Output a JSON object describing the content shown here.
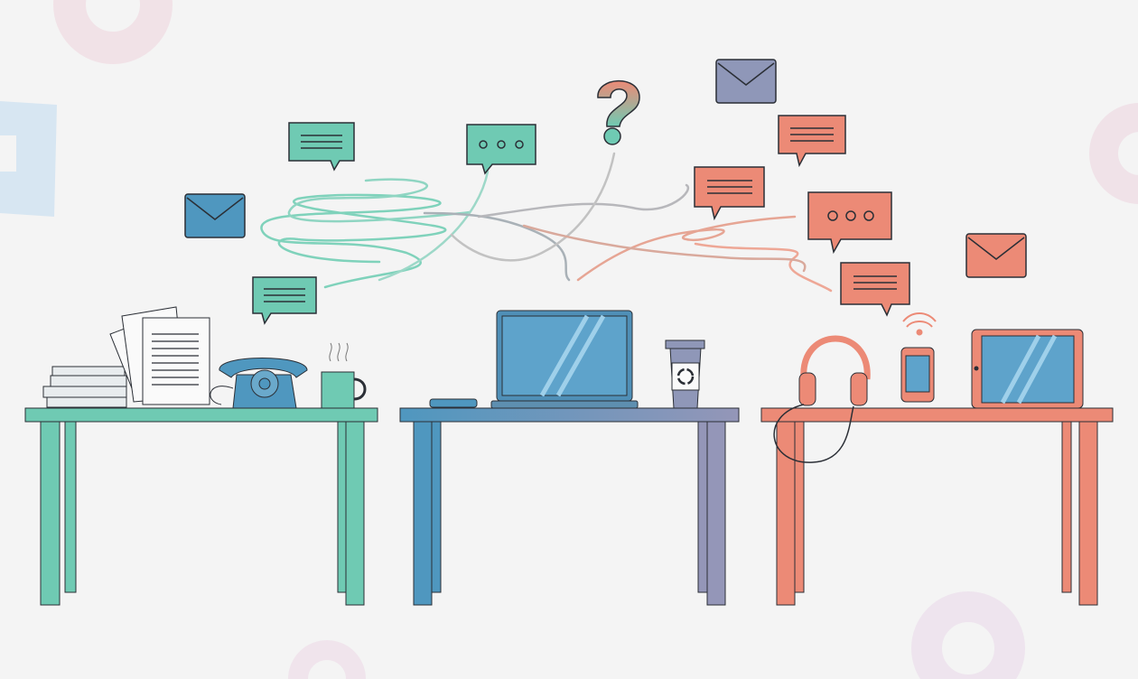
{
  "illustration": {
    "theme": "communication-overload-desks",
    "colors": {
      "background": "#f4f4f4",
      "teal": "#6fcab3",
      "blue": "#4f97bf",
      "purple": "#8f97b8",
      "salmon": "#ec8a76",
      "outline": "#2b2f36"
    },
    "desks": [
      {
        "name": "old-office-desk",
        "items": [
          "books",
          "papers",
          "rotary-phone",
          "coffee-mug"
        ]
      },
      {
        "name": "laptop-desk",
        "items": [
          "laptop",
          "mouse",
          "coffee-cup"
        ]
      },
      {
        "name": "mobile-desk",
        "items": [
          "headphones",
          "smartphone",
          "tablet"
        ]
      }
    ]
  }
}
